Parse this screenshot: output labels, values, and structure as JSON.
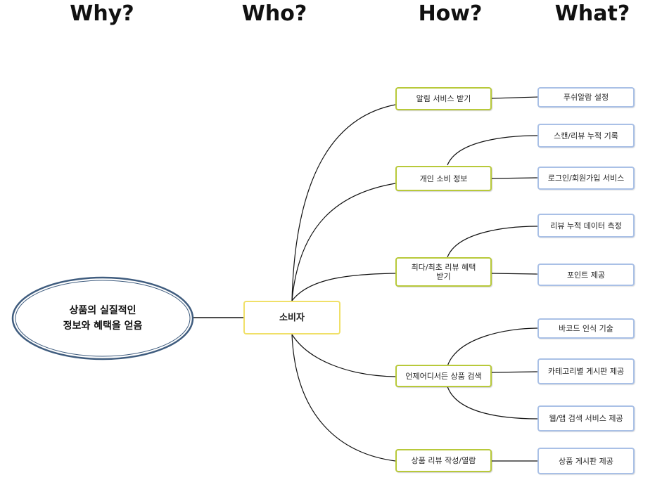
{
  "headers": {
    "why": "Why?",
    "who": "Who?",
    "how": "How?",
    "what": "What?"
  },
  "root": {
    "label": "상품의 실질적인\n정보와 혜택을 얻음"
  },
  "actor": {
    "label": "소비자"
  },
  "how_items": [
    {
      "label": "알림 서비스 받기"
    },
    {
      "label": "개인 소비 정보"
    },
    {
      "label": "최다/최초 리뷰 혜택\n받기"
    },
    {
      "label": "언제어디서든 상품 검색"
    },
    {
      "label": "상품 리뷰 작성/열람"
    }
  ],
  "what_items": [
    {
      "label": "푸쉬알람 설정"
    },
    {
      "label": "스캔/리뷰 누적 기록"
    },
    {
      "label": "로그인/회원가입 서비스"
    },
    {
      "label": "리뷰 누적 데이터 측정"
    },
    {
      "label": "포인트 제공"
    },
    {
      "label": "바코드 인식 기술"
    },
    {
      "label": "카테고리별 게시판 제공"
    },
    {
      "label": "웹/앱 검색 서비스 제공"
    },
    {
      "label": "상품 게시판 제공"
    }
  ],
  "colors": {
    "how_border": "#b8c93a",
    "what_border": "#a9c0e6",
    "who_border": "#f0e068",
    "ellipse_border": "#3f5c7e"
  }
}
